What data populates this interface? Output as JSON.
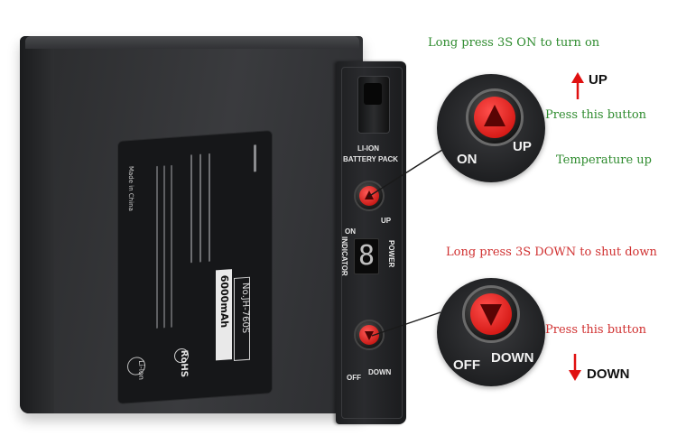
{
  "annotations": {
    "on_long_press": "Long press 3S ON to turn on",
    "up_label": "UP",
    "press_button_top": "Press this button",
    "temperature_up": "Temperature up",
    "down_long_press": "Long press 3S DOWN to shut down",
    "press_button_bottom": "Press this button",
    "down_label": "DOWN"
  },
  "zoom_top": {
    "left_text": "ON",
    "right_text": "UP"
  },
  "zoom_bottom": {
    "left_text": "OFF",
    "right_text": "DOWN"
  },
  "battery_face": {
    "title_line1": "LI-ION",
    "title_line2": "BATTERY PACK",
    "on": "ON",
    "up": "UP",
    "power": "POWER",
    "indicator": "INDICATOR",
    "display_digit": "8",
    "off": "OFF",
    "down": "DOWN"
  },
  "label_sticker": {
    "capacity": "6000mAh",
    "model": "No.JH-760S",
    "rohs": "RoHS",
    "li_ion": "Li-ion",
    "made_in": "Made in China"
  },
  "colors": {
    "green_note": "#2e8b2e",
    "red_note": "#d03030",
    "arrow_red": "#e01010",
    "button_red": "#e01a15"
  },
  "icons": {
    "up_arrow": "arrow-up-icon",
    "down_arrow": "arrow-down-icon",
    "up_triangle": "triangle-up-icon",
    "down_triangle": "triangle-down-icon"
  }
}
